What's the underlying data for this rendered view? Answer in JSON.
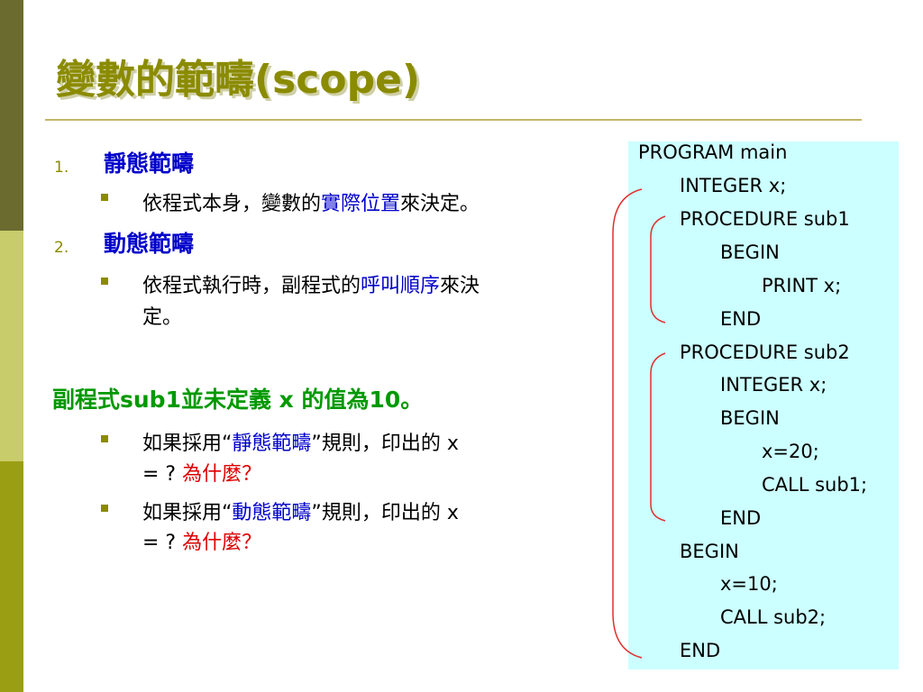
{
  "title": "變數的範疇(scope)",
  "list": {
    "n1": "1.",
    "h1": "靜態範疇",
    "b1": {
      "pre": "依程式本身，變數的",
      "hl": "實際位置",
      "post": "來決定。"
    },
    "n2": "2.",
    "h2": "動態範疇",
    "b2": {
      "pre": "依程式執行時，副程式的",
      "hl": "呼叫順序",
      "post": "來決",
      "line2": "定。"
    }
  },
  "summary": "副程式sub1並未定義 x 的值為10。",
  "q1": {
    "pre": "如果採用“",
    "hl": "靜態範疇",
    "post": "”規則，印出的 x",
    "line2": "= ? ",
    "why": "為什麼？"
  },
  "q2": {
    "pre": "如果採用“",
    "hl": "動態範疇",
    "post": "”規則，印出的 x",
    "line2": "= ? ",
    "why": "為什麼？"
  },
  "code": [
    "PROGRAM main",
    "INTEGER x;",
    "PROCEDURE sub1",
    "BEGIN",
    "PRINT x;",
    "END",
    "PROCEDURE sub2",
    "INTEGER x;",
    "BEGIN",
    "x=20;",
    "CALL sub1;",
    "END",
    "BEGIN",
    "x=10;",
    "CALL sub2;",
    "END"
  ],
  "colors": {
    "accent": "#8b8b00",
    "blue": "#0000cc",
    "red": "#dd0000",
    "green": "#009900",
    "code_bg": "#ccffff"
  }
}
